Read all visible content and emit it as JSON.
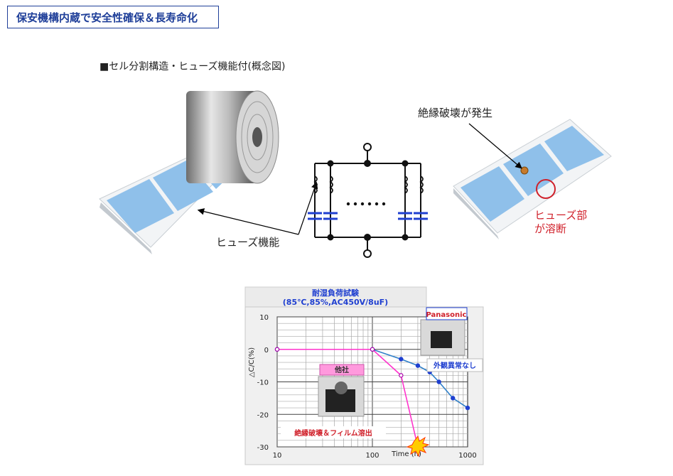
{
  "header": {
    "title": "保安機構内蔵で安全性確保＆長寿命化"
  },
  "diagram": {
    "subtitle": "■セル分割構造・ヒューズ機能付(概念図)",
    "fuse_function_label": "ヒューズ機能",
    "insulation_breakdown_label": "絶縁破壊が発生",
    "fuse_melt_line1": "ヒューズ部",
    "fuse_melt_line2": "が溶断"
  },
  "colors": {
    "accent": "#1f3f99",
    "cell_blue": "#8fc0ea",
    "red": "#d0202a",
    "magenta": "#ff33cc",
    "curve_blue": "#2e7fc8"
  },
  "chart_data": {
    "type": "line",
    "title_line1": "耐湿負荷試験",
    "title_line2": "(85℃,85%,AC450V/8uF)",
    "ylabel": "△C/C(%)",
    "xlabel": "Time (h)",
    "xscale": "log",
    "xlim": [
      10,
      1000
    ],
    "ylim": [
      -30,
      10
    ],
    "yticks": [
      "10",
      "0",
      "-10",
      "-20",
      "-30"
    ],
    "xticks": [
      "10",
      "100",
      "1000"
    ],
    "grid": true,
    "series": [
      {
        "name": "Panasonic",
        "color": "#2e7fc8",
        "x": [
          10,
          100,
          200,
          300,
          400,
          500,
          700,
          1000
        ],
        "y": [
          0,
          0,
          -3,
          -5,
          -7,
          -10,
          -15,
          -18
        ]
      },
      {
        "name": "他社",
        "color": "#ff33cc",
        "x": [
          10,
          100,
          200,
          300
        ],
        "y": [
          0,
          0,
          -8,
          -30
        ]
      }
    ],
    "annotations": {
      "normal": "外観異常なし",
      "failure": "絶縁破壊＆フィルム溶出"
    }
  }
}
